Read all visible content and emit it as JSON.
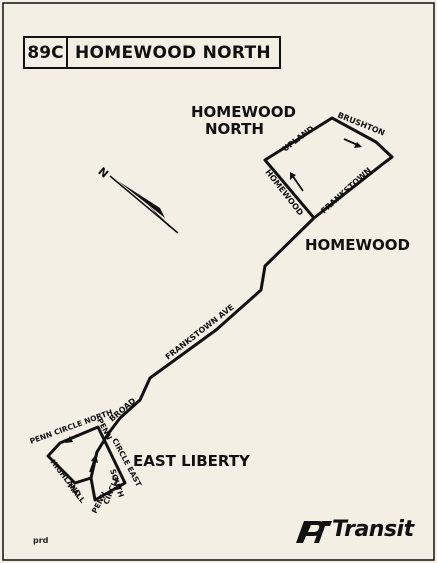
{
  "header": {
    "route_number": "89C",
    "route_name": "HOMEWOOD NORTH"
  },
  "places": {
    "homewood_north_line1": "HOMEWOOD",
    "homewood_north_line2": "NORTH",
    "homewood": "HOMEWOOD",
    "east_liberty": "EAST LIBERTY"
  },
  "streets": {
    "upland": "UPLAND",
    "brushton": "BRUSHTON",
    "homewood": "HOMEWOOD",
    "frankstown_upper": "FRANKSTOWN",
    "frankstown_ave": "FRANKSTOWN AVE",
    "broad": "BROAD",
    "penn_circle_north": "PENN CIRCLE NORTH",
    "penn_circle_east_a": "PENN",
    "penn_circle_east_b": "CIRCLE EAST",
    "penn_circle_south_a": "PENN",
    "penn_circle_south_b": "CIRCLE",
    "penn_circle_south_c": "SOUTH",
    "highland_mall_a": "HIGHLAND",
    "highland_mall_b": "MALL"
  },
  "north_arrow_label": "N",
  "credit": "prd",
  "brand": {
    "logo_mark": "PAT",
    "name": "Transit"
  },
  "colors": {
    "paper": "#f4efe4",
    "ink": "#111111"
  }
}
